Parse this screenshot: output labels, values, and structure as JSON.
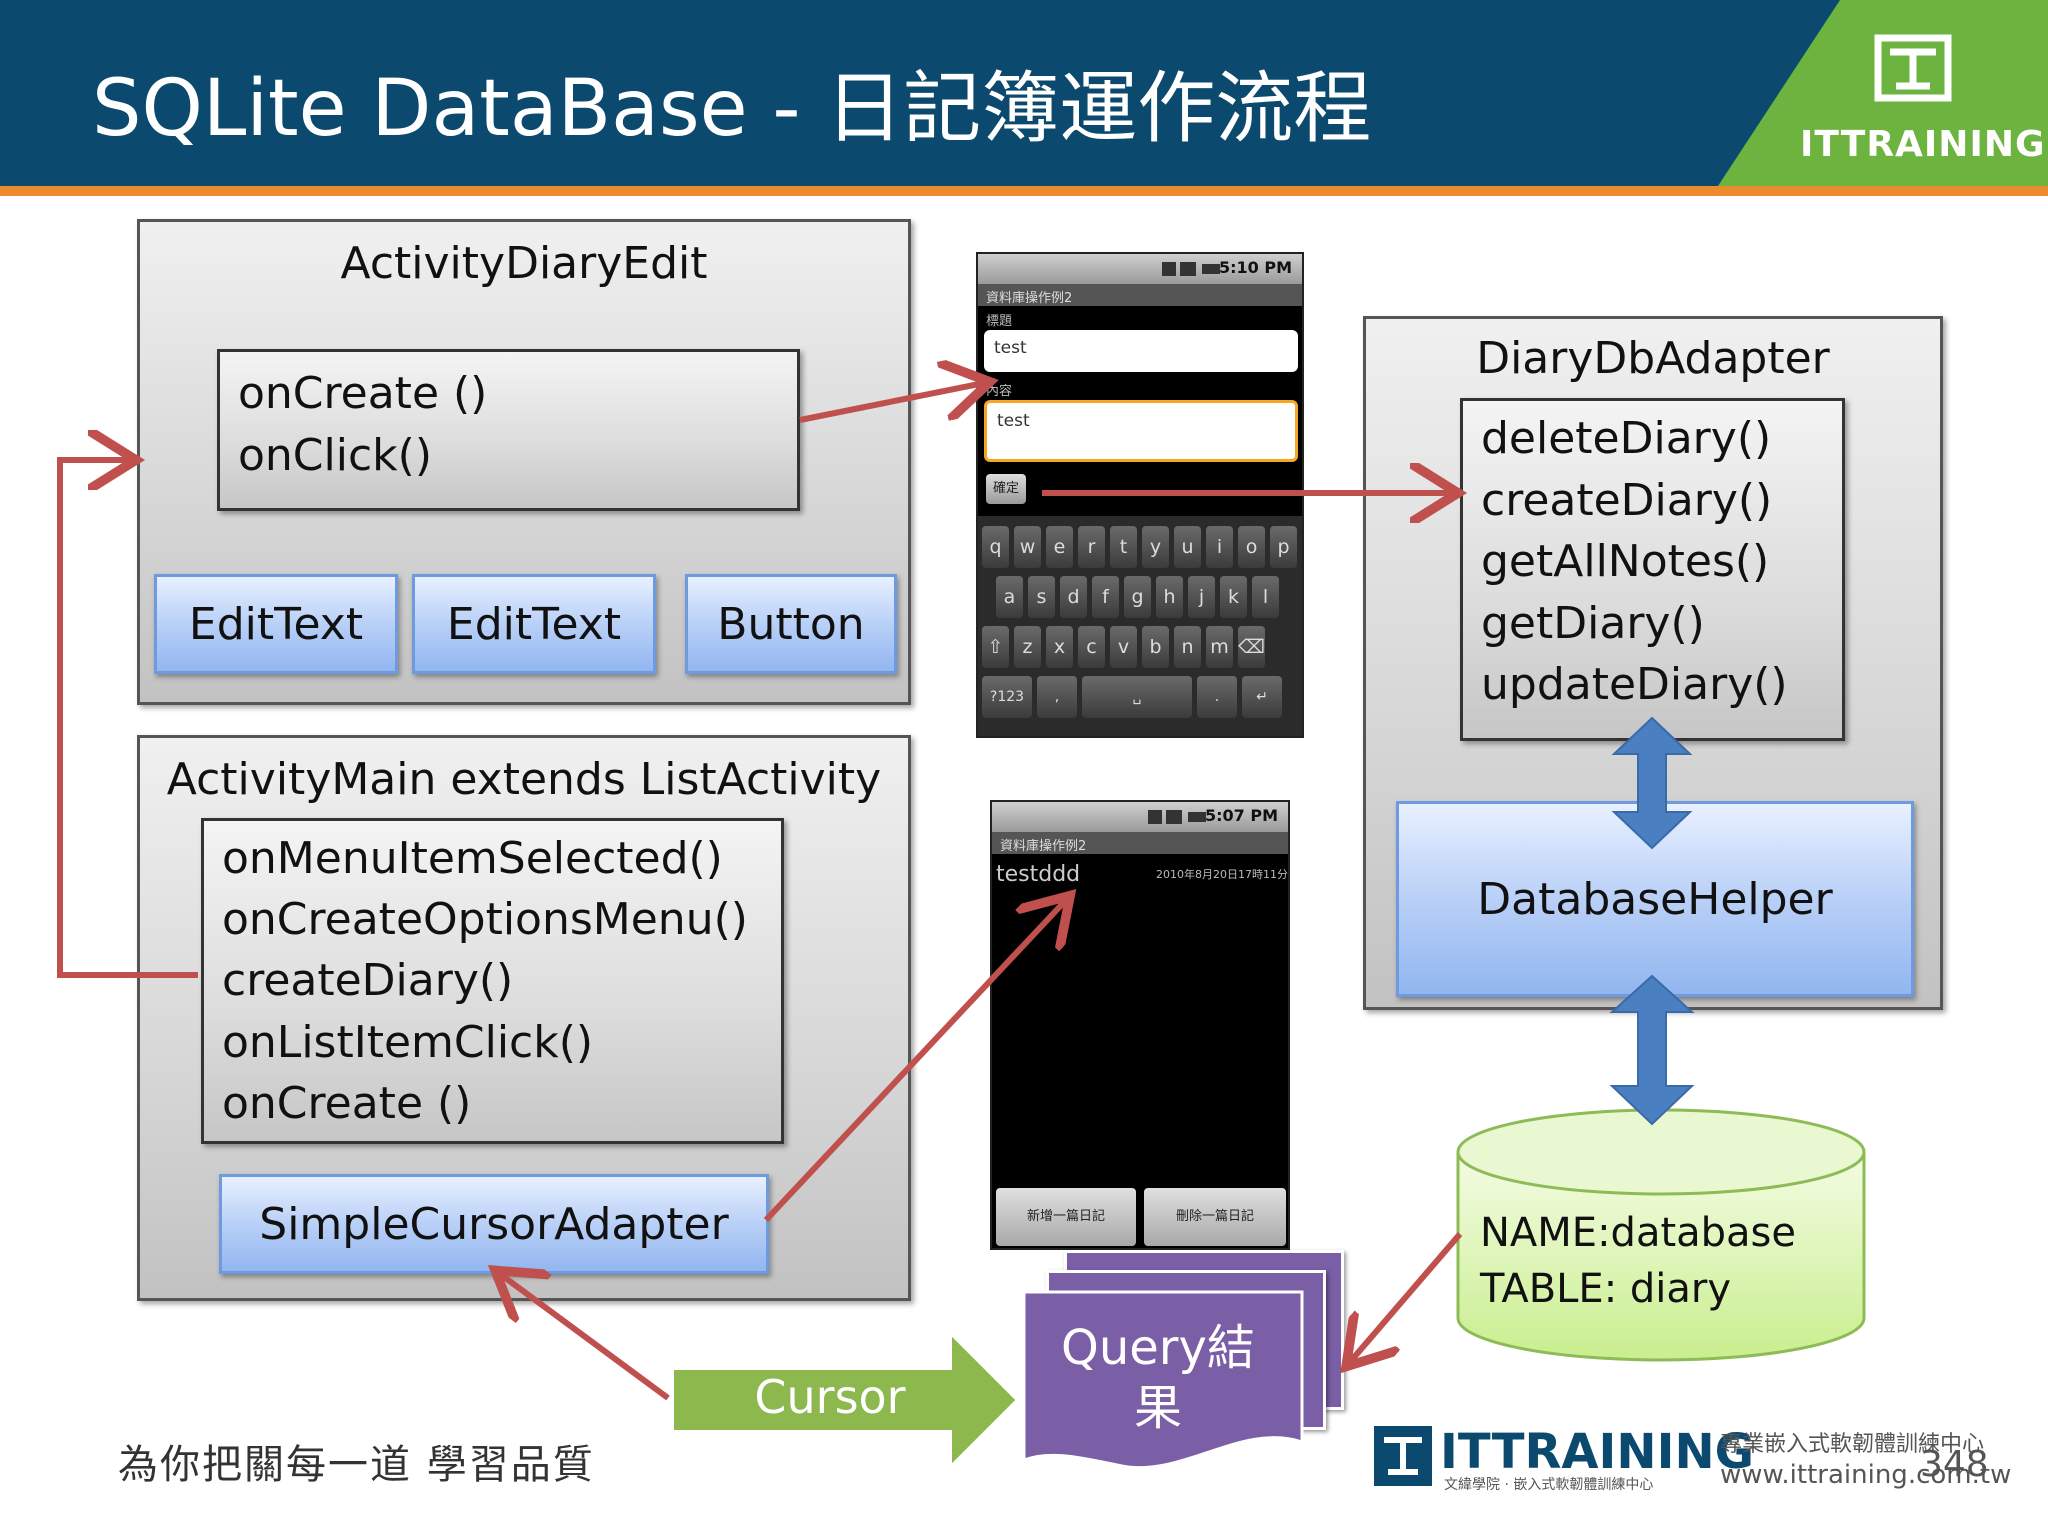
{
  "header": {
    "title": "SQLite DataBase - 日記簿運作流程",
    "logo_text": "ITTRAINING"
  },
  "activity_diary_edit": {
    "title": "ActivityDiaryEdit",
    "methods": [
      "onCreate ()",
      "onClick()"
    ],
    "widgets": [
      "EditText",
      "EditText",
      "Button"
    ]
  },
  "activity_main": {
    "title": "ActivityMain extends ListActivity",
    "methods": [
      "onMenuItemSelected()",
      "onCreateOptionsMenu()",
      "createDiary()",
      "onListItemClick()",
      "onCreate ()"
    ],
    "adapter": "SimpleCursorAdapter"
  },
  "phone_edit": {
    "time": "5:10 PM",
    "app_title": "資料庫操作例2",
    "label_title": "標題",
    "field_title": "test",
    "label_body": "內容",
    "field_body": "test",
    "confirm_button": "確定",
    "keyboard": {
      "row1": [
        "q",
        "w",
        "e",
        "r",
        "t",
        "y",
        "u",
        "i",
        "o",
        "p"
      ],
      "row2": [
        "a",
        "s",
        "d",
        "f",
        "g",
        "h",
        "j",
        "k",
        "l"
      ],
      "row3": [
        "⇧",
        "z",
        "x",
        "c",
        "v",
        "b",
        "n",
        "m",
        "⌫"
      ],
      "row4": [
        "?123",
        ",",
        "␣",
        ".",
        "↵"
      ]
    }
  },
  "phone_list": {
    "time": "5:07 PM",
    "app_title": "資料庫操作例2",
    "item_title": "testddd",
    "item_date": "2010年8月20日17時11分",
    "button_add": "新增一篇日記",
    "button_delete": "刪除一篇日記"
  },
  "diary_db_adapter": {
    "title": "DiaryDbAdapter",
    "methods": [
      "deleteDiary()",
      "createDiary()",
      "getAllNotes()",
      "getDiary()",
      "updateDiary()"
    ],
    "helper": "DatabaseHelper"
  },
  "database": {
    "name_line": "NAME:database",
    "table_line": "TABLE: diary"
  },
  "query_result": {
    "line1": "Query結",
    "line2": "果"
  },
  "cursor_label": "Cursor",
  "footer": {
    "slogan": "為你把關每一道 學習品質",
    "brand": "ITTRAINING",
    "brand_sub": "文緯學院 · 嵌入式軟韌體訓練中心",
    "org": "專業嵌入式軟韌體訓練中心",
    "url": "www.ittraining.com.tw",
    "page_number": "348"
  },
  "colors": {
    "header_bg": "#0b4a6e",
    "header_stripe": "#ec8a2d",
    "arrow_red": "#c0504d",
    "cursor_green": "#8cb84e",
    "purple": "#7a5ea6",
    "db_green": "#d4f2a0",
    "blue_arrow": "#4a7fc1"
  }
}
